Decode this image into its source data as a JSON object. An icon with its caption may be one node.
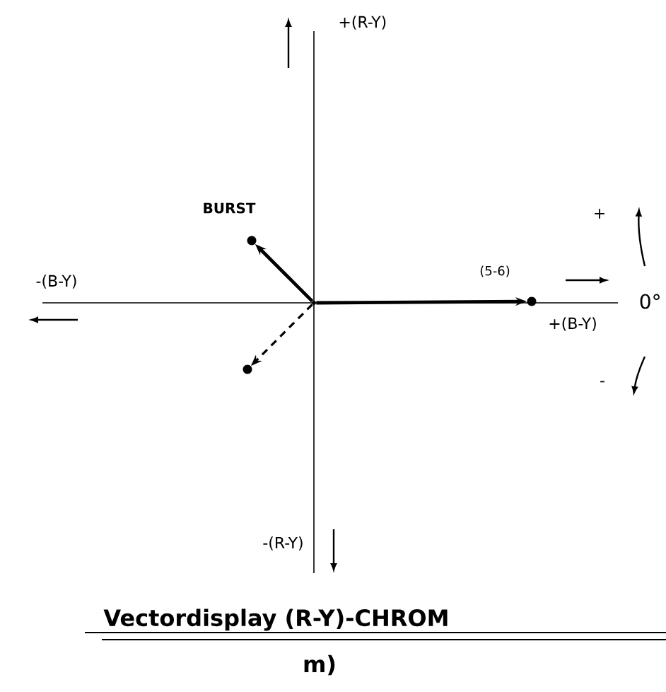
{
  "diagram": {
    "caption": "Vectordisplay (R-Y)-CHROM",
    "nodes": [
      {
        "text": [],
        "shape": "circle"
      },
      {
        "text": [],
        "shape": "circle",
        "beside": [
          "BURST"
        ]
      },
      {
        "text": [],
        "shape": "circle",
        "beside": [
          "(5-6)"
        ]
      },
      {
        "text": [],
        "shape": "circle"
      }
    ],
    "edges": [
      {
        "from": 0,
        "to": 1,
        "arrow": "to"
      },
      {
        "from": 0,
        "to": 2,
        "arrow": "to"
      },
      {
        "from": 0,
        "to": 3,
        "arrow": "to",
        "style": "dashed"
      }
    ],
    "labels": [
      "+(R-Y)",
      "-(B-Y)",
      "+",
      "0°",
      "+(B-Y)",
      "-",
      "-(R-Y)",
      "m)"
    ]
  }
}
